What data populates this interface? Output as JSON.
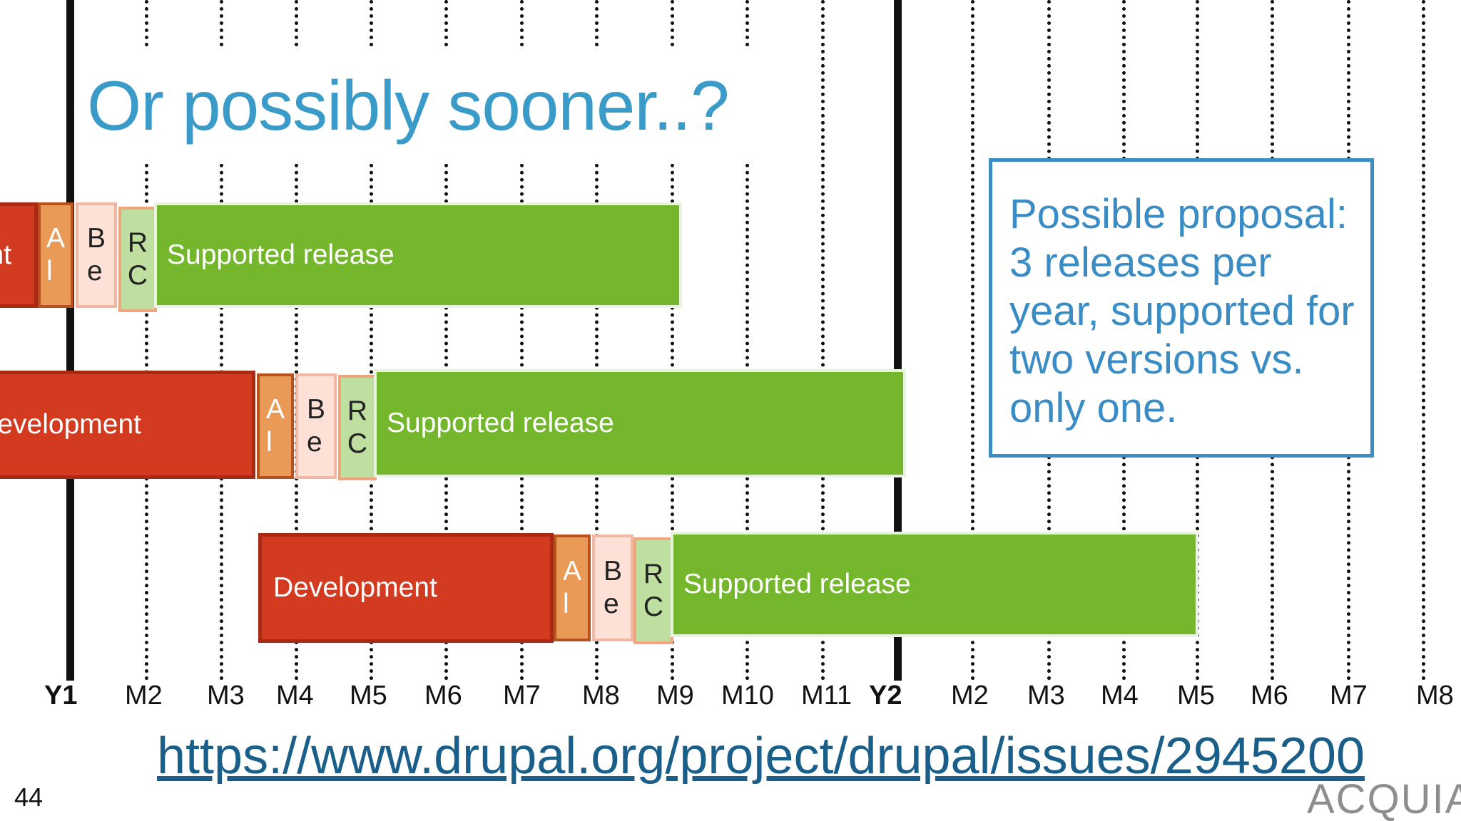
{
  "slide": {
    "title": "Or possibly sooner..?",
    "slide_number": "44",
    "url": "https://www.drupal.org/project/drupal/issues/2945200",
    "logo_text": "ACQUIA",
    "proposal_text": "Possible proposal: 3 releases per year, supported for two versions vs. only one."
  },
  "axis": {
    "ticks": [
      "Y1",
      "M2",
      "M3",
      "M4",
      "M5",
      "M6",
      "M7",
      "M8",
      "M9",
      "M10",
      "M11",
      "Y2",
      "M2",
      "M3",
      "M4",
      "M5",
      "M6",
      "M7",
      "M8"
    ],
    "year_ticks": [
      "Y1",
      "Y2"
    ]
  },
  "releases": [
    {
      "development_label": "Development",
      "alpha_label": "A\nl",
      "beta_label": "B\ne",
      "rc_label": "R\nC",
      "supported_label": "Supported release"
    },
    {
      "development_label": "Development",
      "alpha_label": "A\nl",
      "beta_label": "B\ne",
      "rc_label": "R\nC",
      "supported_label": "Supported release"
    },
    {
      "development_label": "Development",
      "alpha_label": "A\nl",
      "beta_label": "B\ne",
      "rc_label": "R\nC",
      "supported_label": "Supported release"
    }
  ],
  "colors": {
    "development": "#d33b21",
    "alpha": "#e99a56",
    "beta": "#fde1d6",
    "rc": "#bfdfa0",
    "supported": "#74b62c",
    "title": "#3a9bc8",
    "proposal_border": "#3b8ec4"
  }
}
